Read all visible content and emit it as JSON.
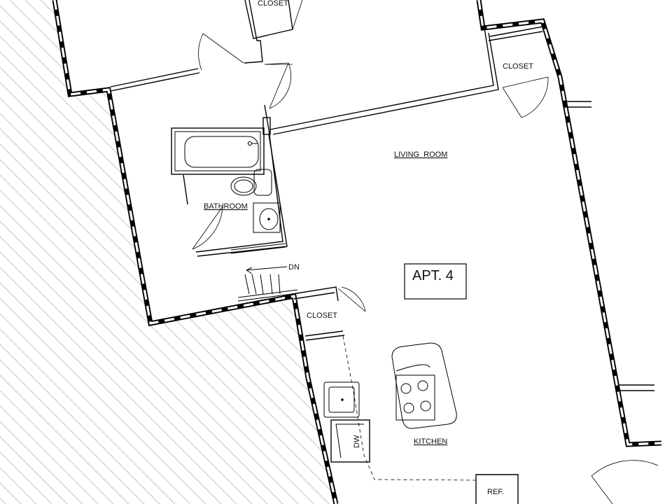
{
  "plan": {
    "apartment_label": "APT. 4",
    "rooms": {
      "closet_top": "CLOSET",
      "closet_right": "CLOSET",
      "closet_kitchen": "CLOSET",
      "living_room": "LIVING  ROOM",
      "bathroom": "BATHROOM",
      "kitchen": "KITCHEN"
    },
    "fixtures": {
      "stair_direction": "DN",
      "dishwasher": "DW",
      "refrigerator": "REF."
    }
  }
}
